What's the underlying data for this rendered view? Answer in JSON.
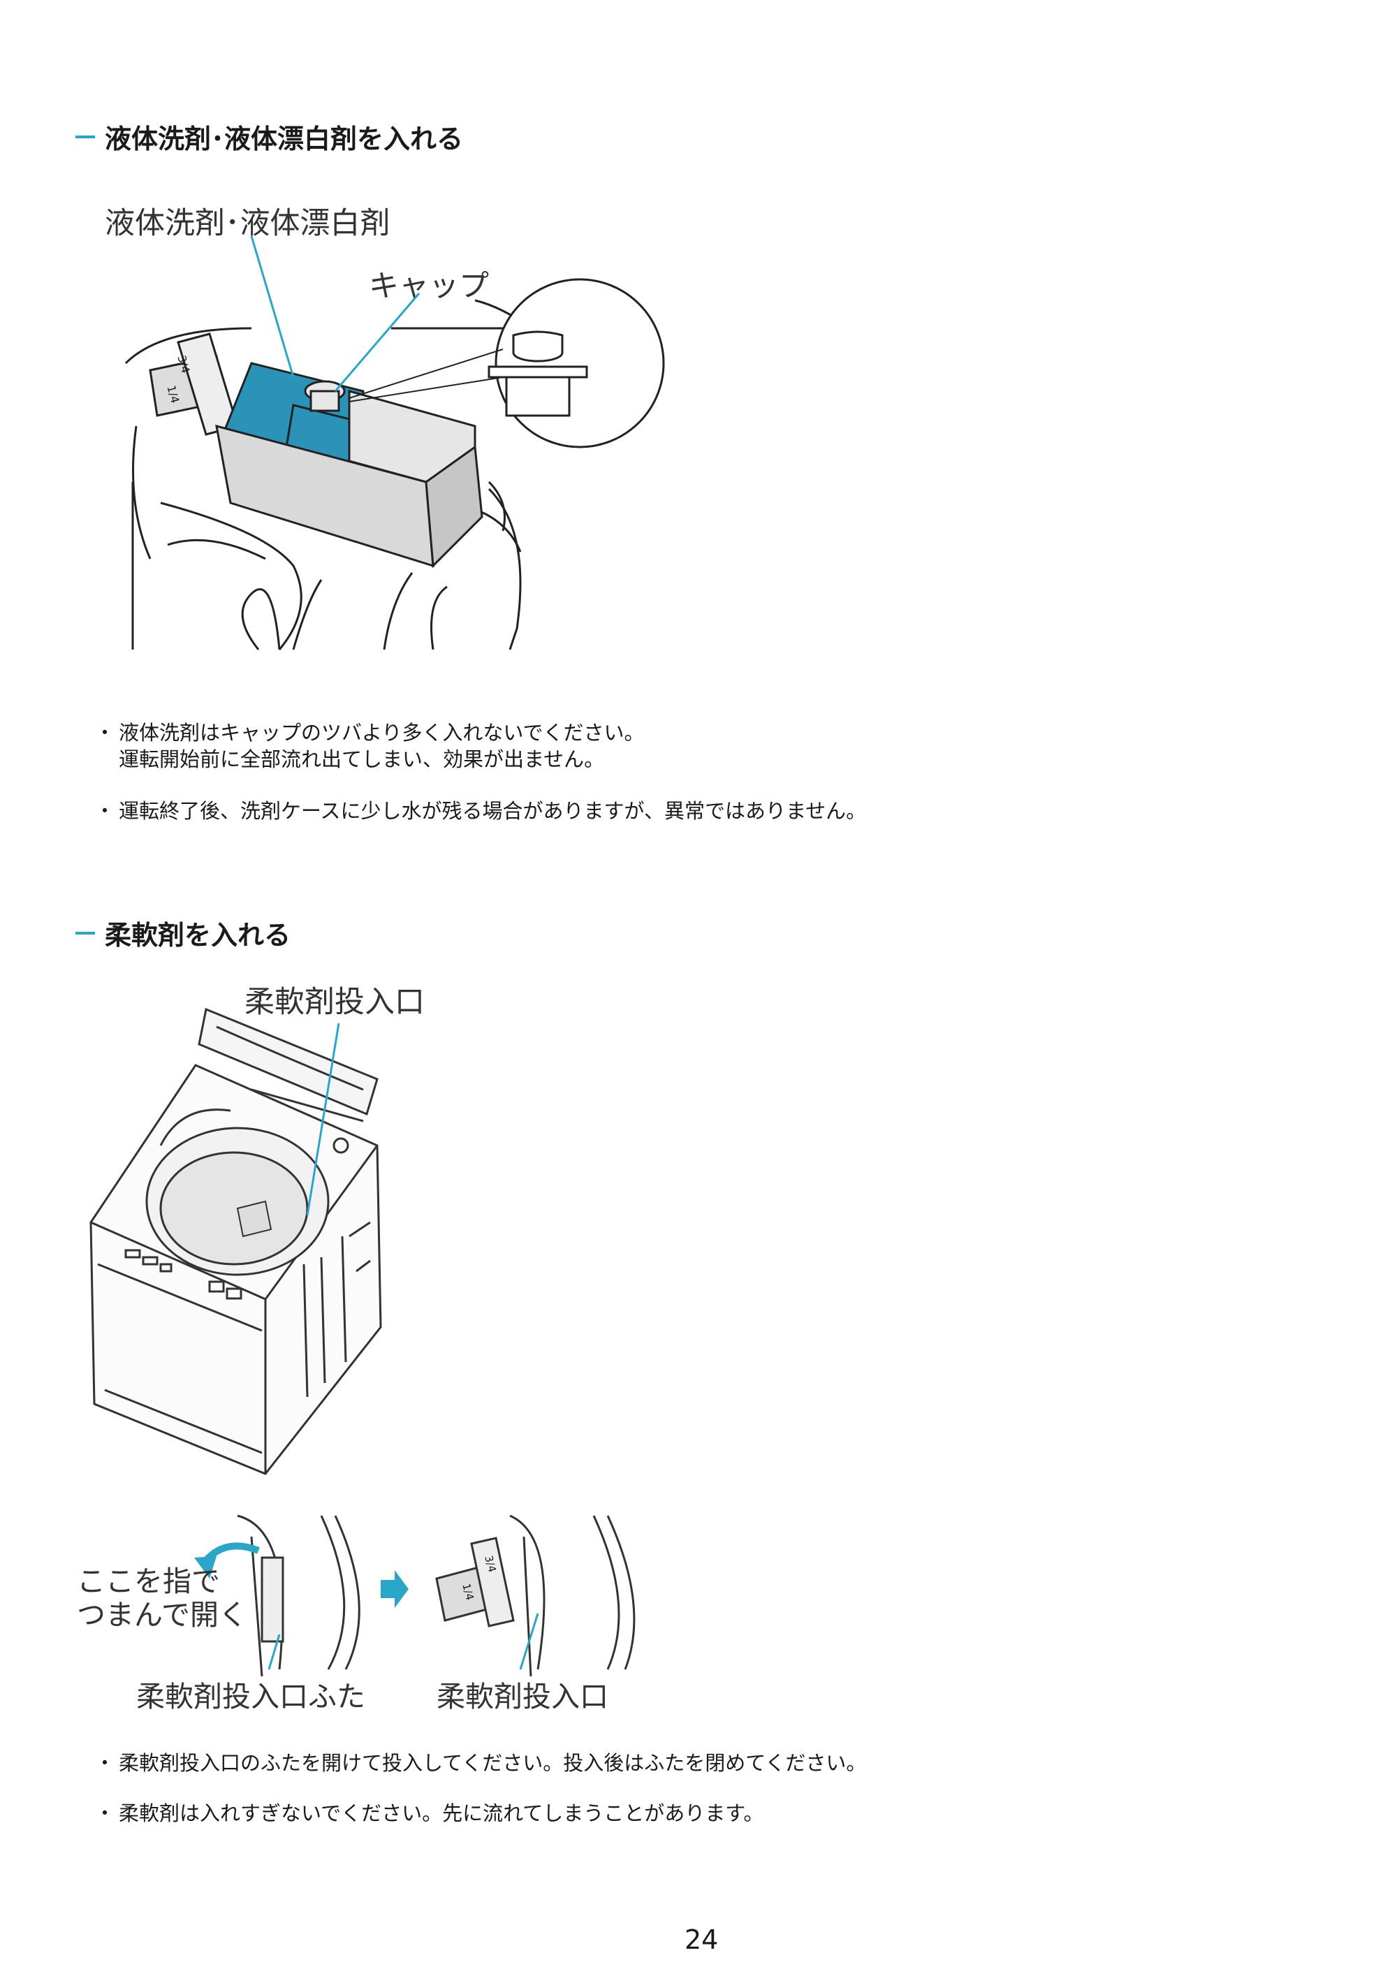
{
  "section1": {
    "heading": "液体洗剤･液体漂白剤を入れる",
    "illustration": {
      "label_detergent": "液体洗剤･液体漂白剤",
      "label_cap": "キャップ",
      "label_flange": "ツバ",
      "cup_marks": [
        "3/4",
        "1/4"
      ]
    },
    "notes": [
      [
        "液体洗剤はキャップのツバより多く入れないでください。",
        "運転開始前に全部流れ出てしまい、効果が出ません。"
      ],
      [
        "運転終了後、洗剤ケースに少し水が残る場合がありますが、異常ではありません。"
      ]
    ]
  },
  "section2": {
    "heading": "柔軟剤を入れる",
    "illustration": {
      "label_inlet": "柔軟剤投入口",
      "label_pinch": [
        "ここを指で",
        "つまんで開く"
      ],
      "label_inlet_lid": "柔軟剤投入口ふた",
      "label_inlet2": "柔軟剤投入口",
      "cup_marks": [
        "3/4",
        "1/4"
      ]
    },
    "notes": [
      [
        "柔軟剤投入口のふたを開けて投入してください。投入後はふたを閉めてください。"
      ],
      [
        "柔軟剤は入れすぎないでください。先に流れてしまうことがあります。"
      ]
    ]
  },
  "page_number": "24",
  "colors": {
    "accent": "#2aa6c8",
    "detergent_blue": "#2b93b8",
    "case_gray": "#d9d9d9"
  }
}
